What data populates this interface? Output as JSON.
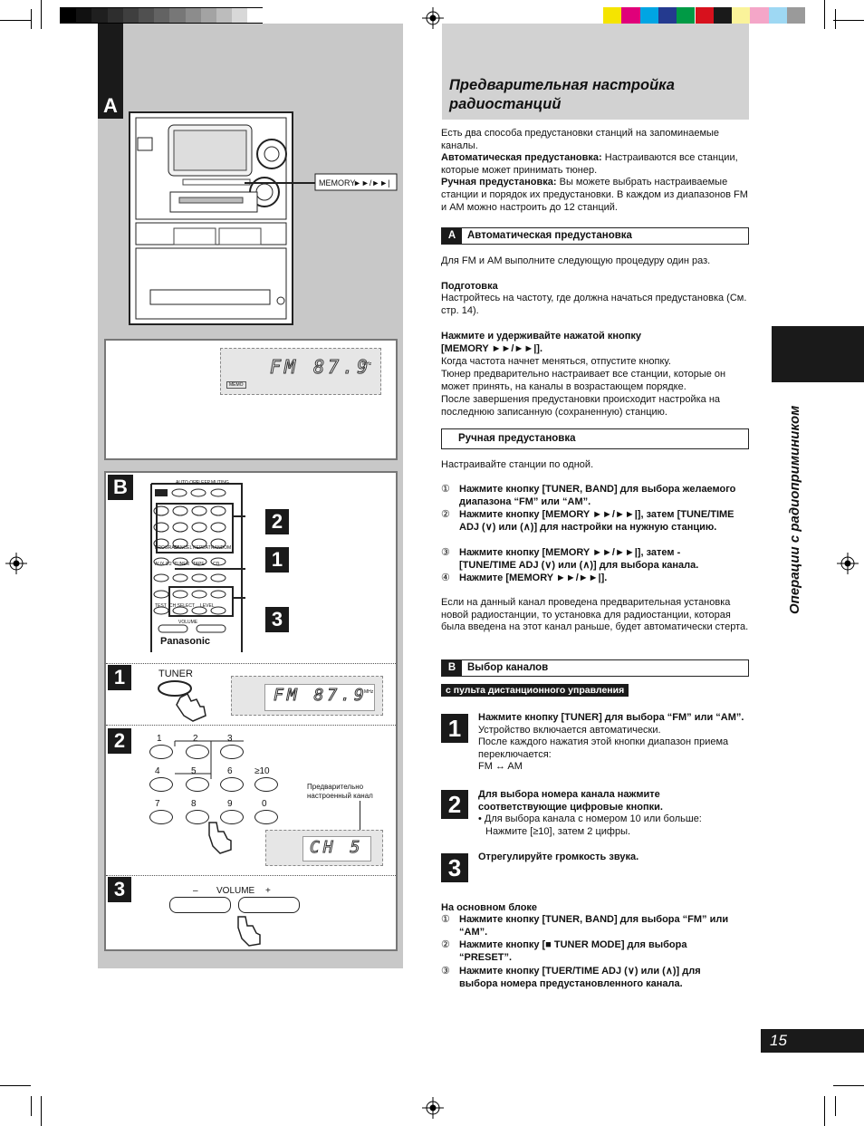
{
  "color_strip": {
    "grays": [
      "#000000",
      "#111111",
      "#1f1f1f",
      "#2e2e2e",
      "#3f3f3f",
      "#505050",
      "#636363",
      "#777777",
      "#8c8c8c",
      "#a3a3a3",
      "#bcbcbc",
      "#d8d8d8",
      "#ffffff"
    ],
    "colors": [
      "#f5e400",
      "#e0007a",
      "#00a5e3",
      "#243a8f",
      "#009a45",
      "#d7111d",
      "#1a1a1a",
      "#faf39a",
      "#f4a6c8",
      "#9ed8f3",
      "#9a9a9a"
    ]
  },
  "section_a": {
    "letter": "A",
    "memory_button_label": "MEMORY",
    "memory_button_symbol": "►►/►►|",
    "lcd_text": "FM 87.9",
    "lcd_unit": "MHz",
    "lcd_tag": "MEMO"
  },
  "section_b": {
    "letter": "B",
    "remote_brand": "Panasonic",
    "remote_callouts": [
      "2",
      "1",
      "3"
    ],
    "remote_labels": [
      "AUTO OFF",
      "SLEEP",
      "MUTING",
      "PROGRAM",
      "CANCEL",
      "REPEAT",
      "RANDOM",
      "AUX 1/2",
      "TUNER",
      "TAPE",
      "CD",
      "TEST",
      "CH SELECT",
      "LEVEL",
      "VOLUME"
    ],
    "steps": [
      {
        "num": "1",
        "button": "TUNER",
        "lcd": "FM 87.9",
        "lcd_unit": "MHz"
      },
      {
        "num": "2",
        "keys": [
          "1",
          "2",
          "3",
          "4",
          "5",
          "6",
          "≥10",
          "7",
          "8",
          "9",
          "0"
        ],
        "note": "Предварительно настроенный канал",
        "lcd": "CH 5"
      },
      {
        "num": "3",
        "volume_label": "VOLUME",
        "minus": "–",
        "plus": "+"
      }
    ]
  },
  "title": "Предварительная настройка радиостанций",
  "intro": {
    "line1": "Есть два способа предустановки станций на запоминаемые каналы.",
    "auto_label": "Автоматическая предустановка:",
    "auto_text": " Настраиваются все станции, которые может принимать тюнер.",
    "manual_label": "Ручная предустановка:",
    "manual_text": " Вы можете выбрать настраиваемые станции и порядок их предустановки. В каждом из диапазонов FM и AM можно настроить до 12 станций."
  },
  "auto_section": {
    "letter": "A",
    "header": "Автоматическая предустановка",
    "p1": "Для FM и AM выполните следующую процедуру один раз.",
    "prep_title": "Подготовка",
    "prep_text": "Настройтесь на частоту, где должна начаться предустановка (См. стр. 14).",
    "hold_title": "Нажмите и удерживайте нажатой кнопку [MEMORY ►►/►►|].",
    "hold_text1": "Когда частота начнет меняться, отпустите кнопку.",
    "hold_text2": "Тюнер предварительно настраивает все станции, которые он может принять, на каналы в возрастающем порядке.",
    "hold_text3": "После завершения предустановки происходит настройка на последнюю записанную (сохраненную) станцию."
  },
  "manual_section": {
    "header": "Ручная предустановка",
    "p1": "Настраивайте станции по одной.",
    "steps": [
      {
        "n": "①",
        "text": "Нажмите кнопку [TUNER, BAND] для выбора желаемого диапазона “FM” или “AM”."
      },
      {
        "n": "②",
        "text": "Нажмите кнопку [MEMORY ►►/►►|], затем [TUNE/TIME ADJ (∨) или (∧)] для настройки на нужную станцию."
      },
      {
        "n": "③",
        "text": "Нажмите кнопку [MEMORY ►►/►►|], затем - [TUNE/TIME ADJ (∨) или (∧)] для выбора канала."
      },
      {
        "n": "④",
        "text": "Нажмите [MEMORY ►►/►►|]."
      }
    ],
    "note": "Если на данный канал проведена предварительная установка новой радиостанции, то установка для радиостанции, которая была введена на этот канал раньше, будет автоматически стерта."
  },
  "channel_section": {
    "letter": "B",
    "header": "Выбор каналов",
    "sub": "с пульта дистанционного управления",
    "steps": [
      {
        "num": "1",
        "title": "Нажмите кнопку [TUNER] для выбора “FM” или “AM”.",
        "body": [
          "Устройство включается автоматически.",
          "После каждого нажатия этой кнопки диапазон приема переключается:",
          "FM ↔ AM"
        ]
      },
      {
        "num": "2",
        "title": "Для выбора номера канала нажмите соответствующие цифровые кнопки.",
        "body": [
          "• Для выбора канала с номером 10 или больше:",
          "Нажмите [≥10], затем 2 цифры."
        ]
      },
      {
        "num": "3",
        "title": "Отрегулируйте громкость звука.",
        "body": []
      }
    ]
  },
  "main_unit": {
    "title": "На основном блоке",
    "steps": [
      {
        "n": "①",
        "text": "Нажмите кнопку [TUNER, BAND] для выбора “FM” или “AM”."
      },
      {
        "n": "②",
        "text": "Нажмите кнопку [■ TUNER MODE] для выбора “PRESET”."
      },
      {
        "n": "③",
        "text": "Нажмите кнопку [TUER/TIME ADJ (∨) или (∧)] для выбора номера предустановленного канала."
      }
    ]
  },
  "side_label": "Операции с радиопримиником",
  "page_number": "15"
}
